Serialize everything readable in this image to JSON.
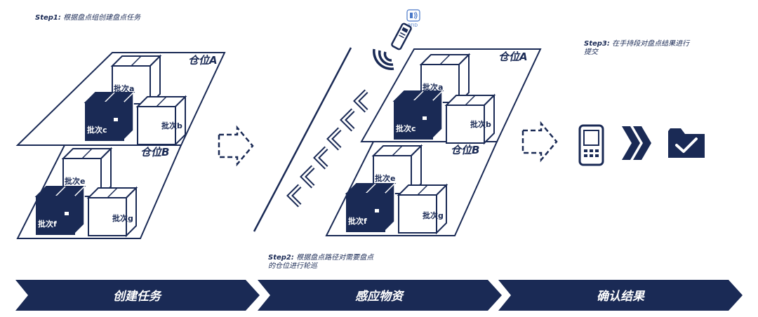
{
  "steps": {
    "step1": {
      "tag": "Step1:",
      "text": "根据盘点组创建盘点任务"
    },
    "step2": {
      "tag": "Step2:",
      "line1": "根据盘点路径对需要盘点",
      "line2": "的仓位进行轮巡"
    },
    "step3": {
      "tag": "Step3:",
      "line1": "在手持段对盘点结果进行",
      "line2": "提交"
    }
  },
  "panel_left": {
    "zone_a": "仓位A",
    "zone_b": "仓位B",
    "boxes": [
      "批次a",
      "批次b",
      "批次c",
      "批次e",
      "批次f",
      "批次g"
    ]
  },
  "panel_right": {
    "zone_a": "仓位A",
    "zone_b": "仓位B",
    "boxes": [
      "批次a",
      "批次b",
      "批次c",
      "批次e",
      "批次f",
      "批次g"
    ]
  },
  "rfid_label": "RFID",
  "banner": [
    "创建任务",
    "感应物资",
    "确认结果"
  ],
  "colors": {
    "navy": "#1a2a55",
    "white": "#ffffff"
  },
  "icons": [
    "dashed-arrow-icon",
    "rfid-reader-icon",
    "wifi-signal-icon",
    "chevron-wave-icon",
    "handheld-device-icon",
    "double-chevron-icon",
    "folder-check-icon"
  ]
}
